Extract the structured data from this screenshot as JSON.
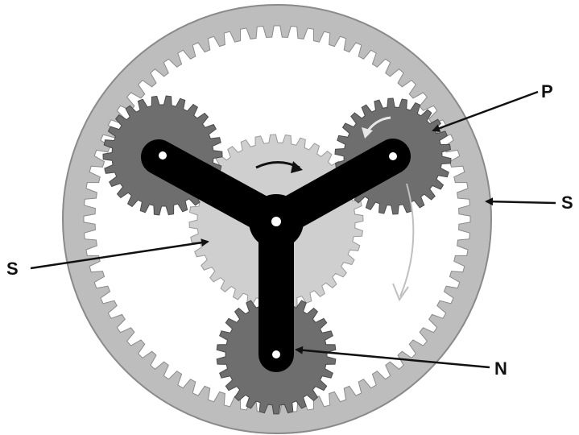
{
  "labels": {
    "p": "P",
    "s_ring": "S",
    "s_sun": "S",
    "n": "N"
  },
  "colors": {
    "ring_outer": "#bdbdbd",
    "ring_edge": "#8a8a8a",
    "ring_inner": "#ffffff",
    "sun": "#cfcfcf",
    "planet": "#6e6e6e",
    "carrier": "#000000",
    "arrow": "#111111",
    "rotation_arrow_light": "#bfbfbf",
    "rotation_arrow_dark": "#111111"
  },
  "gears": {
    "ring_teeth": 72,
    "sun_teeth": 36,
    "planet_teeth": 26,
    "planet_count": 3
  }
}
